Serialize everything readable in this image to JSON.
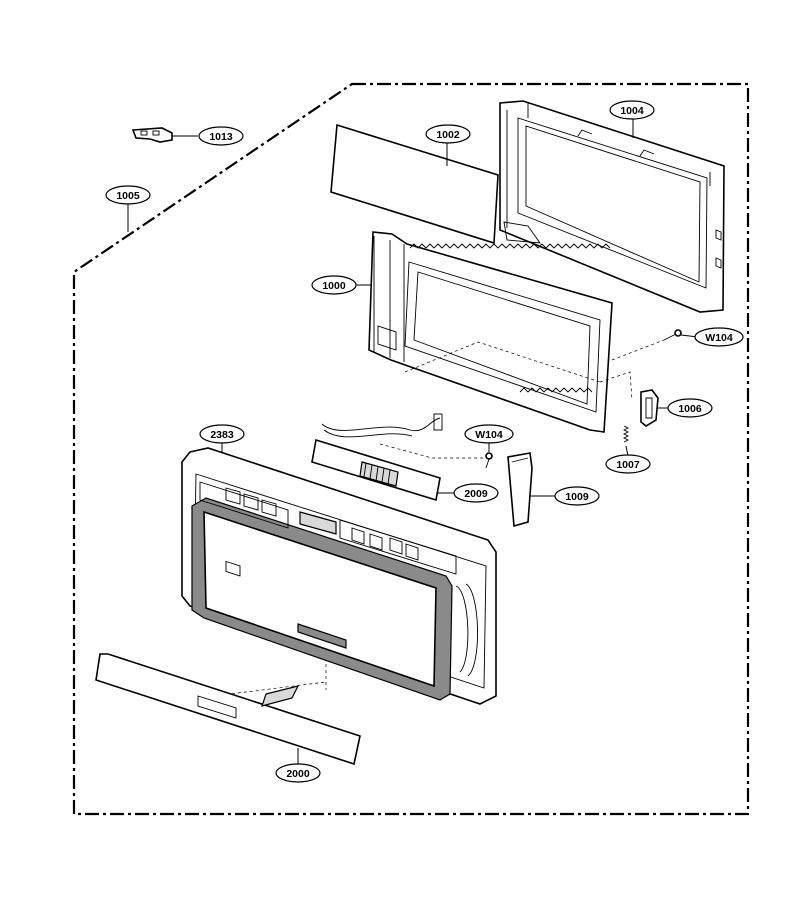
{
  "diagram": {
    "callouts": [
      {
        "id": "1013",
        "label": "1013"
      },
      {
        "id": "1005",
        "label": "1005"
      },
      {
        "id": "1002",
        "label": "1002"
      },
      {
        "id": "1004",
        "label": "1004"
      },
      {
        "id": "1000",
        "label": "1000"
      },
      {
        "id": "W104a",
        "label": "W104"
      },
      {
        "id": "1006",
        "label": "1006"
      },
      {
        "id": "1007",
        "label": "1007"
      },
      {
        "id": "2383",
        "label": "2383"
      },
      {
        "id": "W104b",
        "label": "W104"
      },
      {
        "id": "2009",
        "label": "2009"
      },
      {
        "id": "1009",
        "label": "1009"
      },
      {
        "id": "2000",
        "label": "2000"
      }
    ]
  }
}
